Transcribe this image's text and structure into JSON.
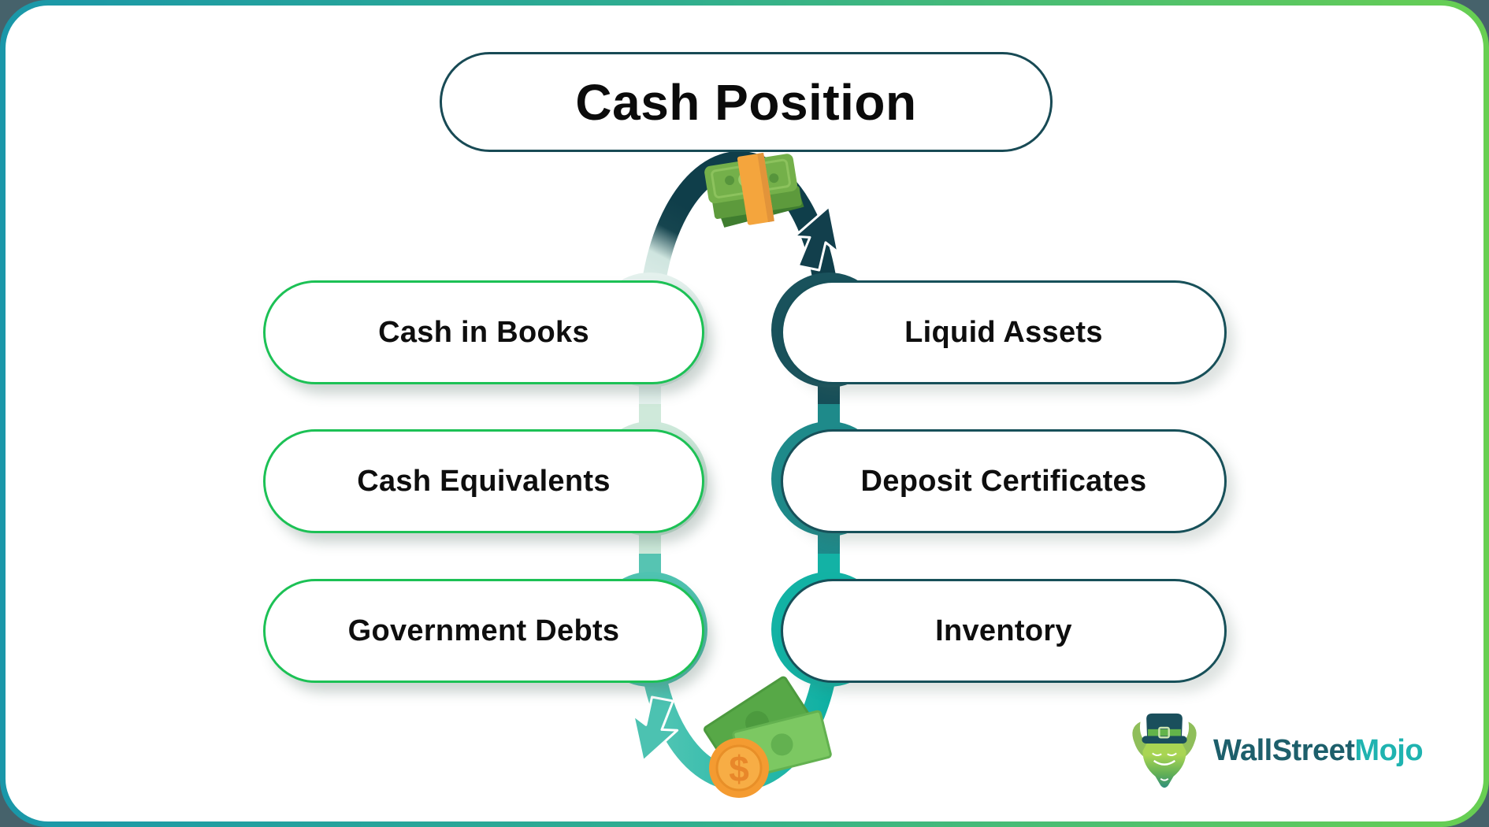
{
  "title": "Cash Position",
  "left_items": [
    {
      "label": "Cash in Books"
    },
    {
      "label": "Cash Equivalents"
    },
    {
      "label": "Government Debts"
    }
  ],
  "right_items": [
    {
      "label": "Liquid Assets"
    },
    {
      "label": "Deposit Certificates"
    },
    {
      "label": "Inventory"
    }
  ],
  "logo": {
    "first": "WallStreet",
    "second": "Mojo"
  },
  "coin_symbol": "$",
  "colors": {
    "frame_gradient_start": "#1a97a9",
    "frame_gradient_end": "#68cf52",
    "left_pill_border": "#1cc155",
    "right_pill_border": "#175059",
    "loop_dark_teal": "#0f3e4a",
    "loop_mid_teal": "#1e8a8a",
    "loop_bright_teal": "#14b3a6",
    "loop_pale_mint": "#e4f1ed",
    "loop_light_mint": "#cde9da",
    "money_green": "#74b04a",
    "money_orange": "#f4a53d",
    "logo_dark": "#1d5f6b",
    "logo_teal": "#1fb3b0"
  }
}
